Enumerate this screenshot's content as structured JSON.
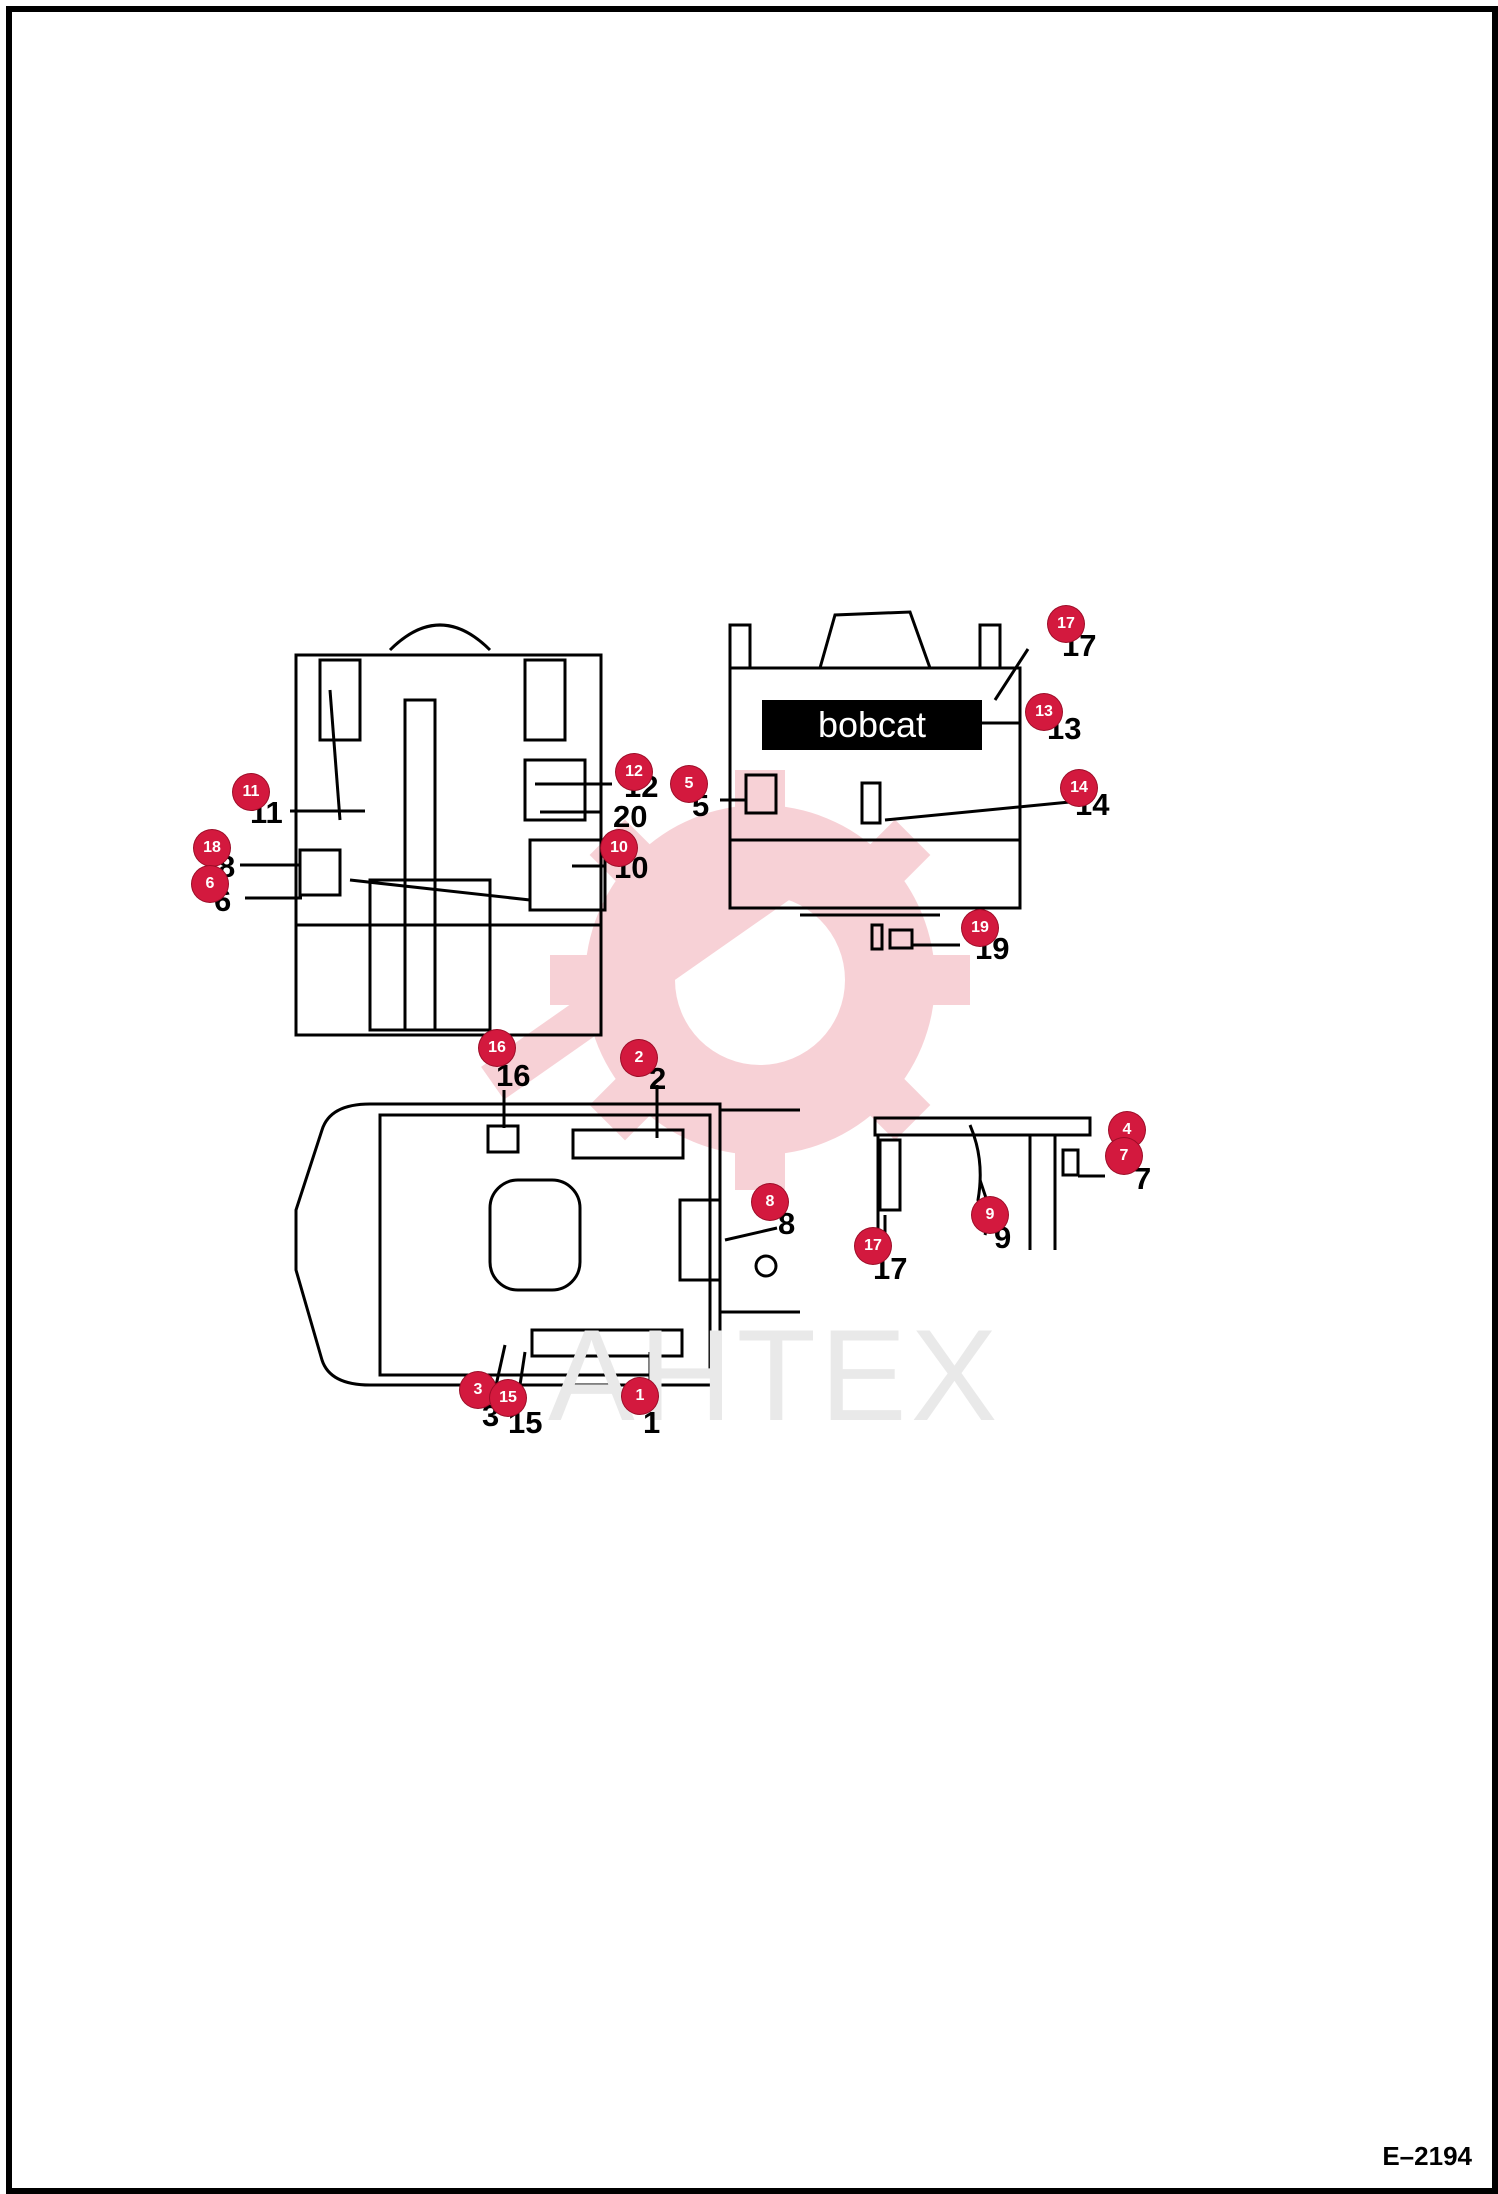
{
  "figure": {
    "id": "E–2194",
    "watermark": "AHTEX"
  },
  "parts_view_top_left": [
    "11",
    "12",
    "20",
    "18",
    "6",
    "10"
  ],
  "parts_view_top_right": [
    "5",
    "17",
    "13",
    "14",
    "19"
  ],
  "parts_view_bottom": [
    "16",
    "2",
    "8",
    "3",
    "15",
    "1"
  ],
  "parts_view_side": [
    "4",
    "7",
    "9",
    "17"
  ],
  "decal_text": "bobcat",
  "callouts": {
    "c1": "1",
    "c2": "2",
    "c3": "3",
    "c4": "4",
    "c5": "5",
    "c6": "6",
    "c7": "7",
    "c8": "8",
    "c9": "9",
    "c10": "10",
    "c11": "11",
    "c12": "12",
    "c13": "13",
    "c14": "14",
    "c15": "15",
    "c16": "16",
    "c17a": "17",
    "c17b": "17",
    "c18": "18",
    "c19": "19"
  },
  "labels": {
    "l1": "1",
    "l2": "2",
    "l3": "3",
    "l5": "5",
    "l6": "6",
    "l7": "7",
    "l8": "8",
    "l9": "9",
    "l10": "10",
    "l11": "11",
    "l12": "12",
    "l13": "13",
    "l14": "14",
    "l15": "15",
    "l16": "16",
    "l17a": "17",
    "l17b": "17",
    "l18": "8",
    "l19": "19",
    "l20": "20"
  },
  "colors": {
    "callout": "#d3193e",
    "line": "#000000",
    "watermark": "#f6c9cf"
  }
}
